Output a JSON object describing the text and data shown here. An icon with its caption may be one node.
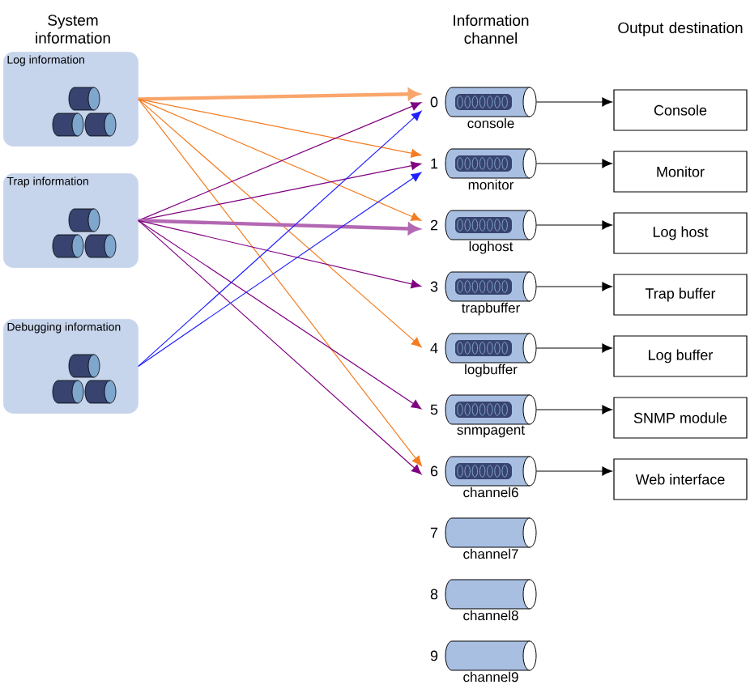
{
  "diagram": {
    "nodes": [
      {
        "text": [
          "Log information"
        ]
      },
      {
        "text": [
          "Trap information"
        ]
      },
      {
        "text": [
          "Debugging information"
        ]
      },
      {
        "text": [
          "console"
        ],
        "beside": [
          "0"
        ]
      },
      {
        "text": [
          "monitor"
        ],
        "beside": [
          "1"
        ]
      },
      {
        "text": [
          "loghost"
        ],
        "beside": [
          "2"
        ]
      },
      {
        "text": [
          "trapbuffer"
        ],
        "beside": [
          "3"
        ]
      },
      {
        "text": [
          "logbuffer"
        ],
        "beside": [
          "4"
        ]
      },
      {
        "text": [
          "snmpagent"
        ],
        "beside": [
          "5"
        ]
      },
      {
        "text": [
          "channel6"
        ],
        "beside": [
          "6"
        ]
      },
      {
        "text": [
          "channel7"
        ],
        "beside": [
          "7"
        ]
      },
      {
        "text": [
          "channel8"
        ],
        "beside": [
          "8"
        ]
      },
      {
        "text": [
          "channel9"
        ],
        "beside": [
          "9"
        ]
      },
      {
        "text": [
          "Console"
        ]
      },
      {
        "text": [
          "Monitor"
        ]
      },
      {
        "text": [
          "Log host"
        ]
      },
      {
        "text": [
          "Trap buffer"
        ]
      },
      {
        "text": [
          "Log buffer"
        ]
      },
      {
        "text": [
          "SNMP module"
        ]
      },
      {
        "text": [
          "Web interface"
        ]
      }
    ],
    "edges": [
      {
        "from": 0,
        "to": 3,
        "arrow": "to",
        "style": "thick",
        "color": "#f9a66c"
      },
      {
        "from": 0,
        "to": 4,
        "arrow": "to",
        "color": "#f47c20"
      },
      {
        "from": 0,
        "to": 5,
        "arrow": "to",
        "color": "#f47c20"
      },
      {
        "from": 0,
        "to": 7,
        "arrow": "to",
        "color": "#f47c20"
      },
      {
        "from": 0,
        "to": 9,
        "arrow": "to",
        "color": "#f47c20"
      },
      {
        "from": 1,
        "to": 3,
        "arrow": "to",
        "color": "#800080"
      },
      {
        "from": 1,
        "to": 4,
        "arrow": "to",
        "color": "#800080"
      },
      {
        "from": 1,
        "to": 5,
        "arrow": "to",
        "style": "thick",
        "color": "#b368b3"
      },
      {
        "from": 1,
        "to": 6,
        "arrow": "to",
        "color": "#800080"
      },
      {
        "from": 1,
        "to": 8,
        "arrow": "to",
        "color": "#800080"
      },
      {
        "from": 1,
        "to": 9,
        "arrow": "to",
        "color": "#800080"
      },
      {
        "from": 2,
        "to": 3,
        "arrow": "to",
        "color": "#1f1fff"
      },
      {
        "from": 2,
        "to": 4,
        "arrow": "to",
        "color": "#1f1fff"
      },
      {
        "from": 3,
        "to": 13,
        "arrow": "to"
      },
      {
        "from": 4,
        "to": 14,
        "arrow": "to"
      },
      {
        "from": 5,
        "to": 15,
        "arrow": "to"
      },
      {
        "from": 6,
        "to": 16,
        "arrow": "to"
      },
      {
        "from": 7,
        "to": 17,
        "arrow": "to"
      },
      {
        "from": 8,
        "to": 18,
        "arrow": "to"
      },
      {
        "from": 9,
        "to": 19,
        "arrow": "to"
      }
    ],
    "labels": [
      "System information",
      "Information channel",
      "Output destination"
    ]
  }
}
